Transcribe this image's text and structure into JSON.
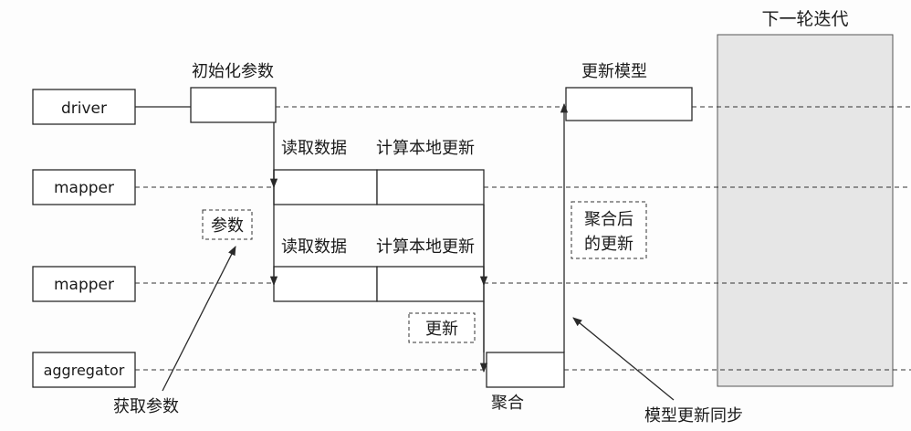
{
  "nodes": {
    "driver": "driver",
    "mapper_1": "mapper",
    "mapper_2": "mapper",
    "aggregator": "aggregator"
  },
  "labels": {
    "init_params": "初始化参数",
    "read_data_1": "读取数据",
    "compute_local_update_1": "计算本地更新",
    "read_data_2": "读取数据",
    "compute_local_update_2": "计算本地更新",
    "params": "参数",
    "update": "更新",
    "aggregated_update_line1": "聚合后",
    "aggregated_update_line2": "的更新",
    "update_model": "更新模型",
    "next_iteration": "下一轮迭代",
    "fetch_params": "获取参数",
    "aggregate": "聚合",
    "model_update_sync": "模型更新同步"
  },
  "colors": {
    "line": "#2a2a2a",
    "next_iteration_fill": "#e6e6e6"
  }
}
